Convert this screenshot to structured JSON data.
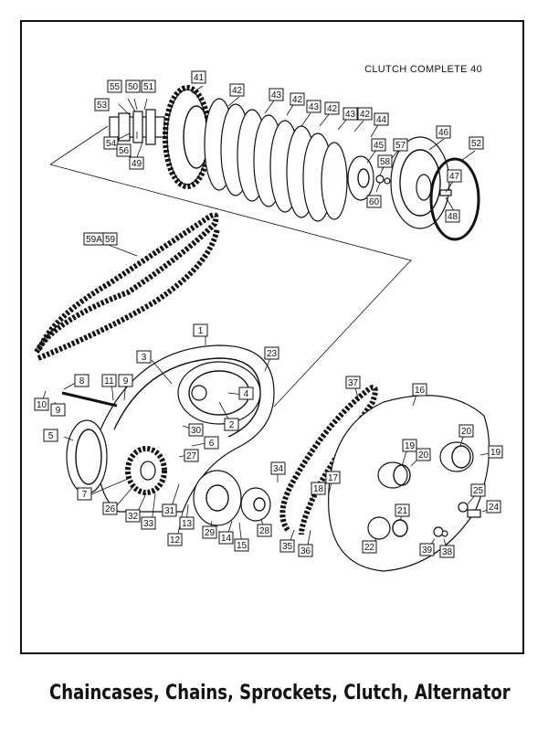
{
  "header": {
    "text": "CLUTCH  COMPLETE 40"
  },
  "caption": {
    "text": "Chaincases, Chains, Sprockets, Clutch, Alternator"
  },
  "callouts": [
    "55",
    "50",
    "51",
    "53",
    "54",
    "56",
    "49",
    "41",
    "42",
    "43",
    "42",
    "43",
    "42",
    "43",
    "42",
    "44",
    "45",
    "57",
    "58",
    "60",
    "46",
    "52",
    "47",
    "48",
    "59A",
    "59",
    "1",
    "23",
    "3",
    "4",
    "2",
    "8",
    "11",
    "9",
    "10",
    "9",
    "5",
    "30",
    "6",
    "27",
    "7",
    "26",
    "32",
    "33",
    "31",
    "13",
    "12",
    "29",
    "14",
    "15",
    "28",
    "34",
    "18",
    "17",
    "35",
    "36",
    "37",
    "16",
    "20",
    "19",
    "20",
    "19",
    "21",
    "22",
    "39",
    "38",
    "25",
    "24"
  ]
}
